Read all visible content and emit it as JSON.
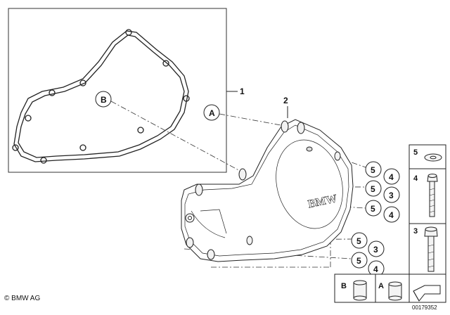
{
  "diagram": {
    "part_labels": {
      "gasket": "1",
      "cover": "2"
    },
    "callouts": {
      "a": "A",
      "b": "B"
    },
    "fastener_groups": [
      {
        "washer": "5",
        "bolt": "4"
      },
      {
        "washer": "5",
        "bolt": "3"
      },
      {
        "washer": "5",
        "bolt": "4"
      },
      {
        "washer": "5",
        "bolt": "3"
      },
      {
        "washer": "5",
        "bolt": "4"
      }
    ],
    "legend": {
      "washer": "5",
      "bolt_long": "4",
      "bolt_short": "3",
      "sleeve_b": "B",
      "sleeve_a": "A"
    },
    "cover_logo": "BMW"
  },
  "footer": {
    "copyright": "© BMW AG",
    "doc_number": "00179352"
  }
}
